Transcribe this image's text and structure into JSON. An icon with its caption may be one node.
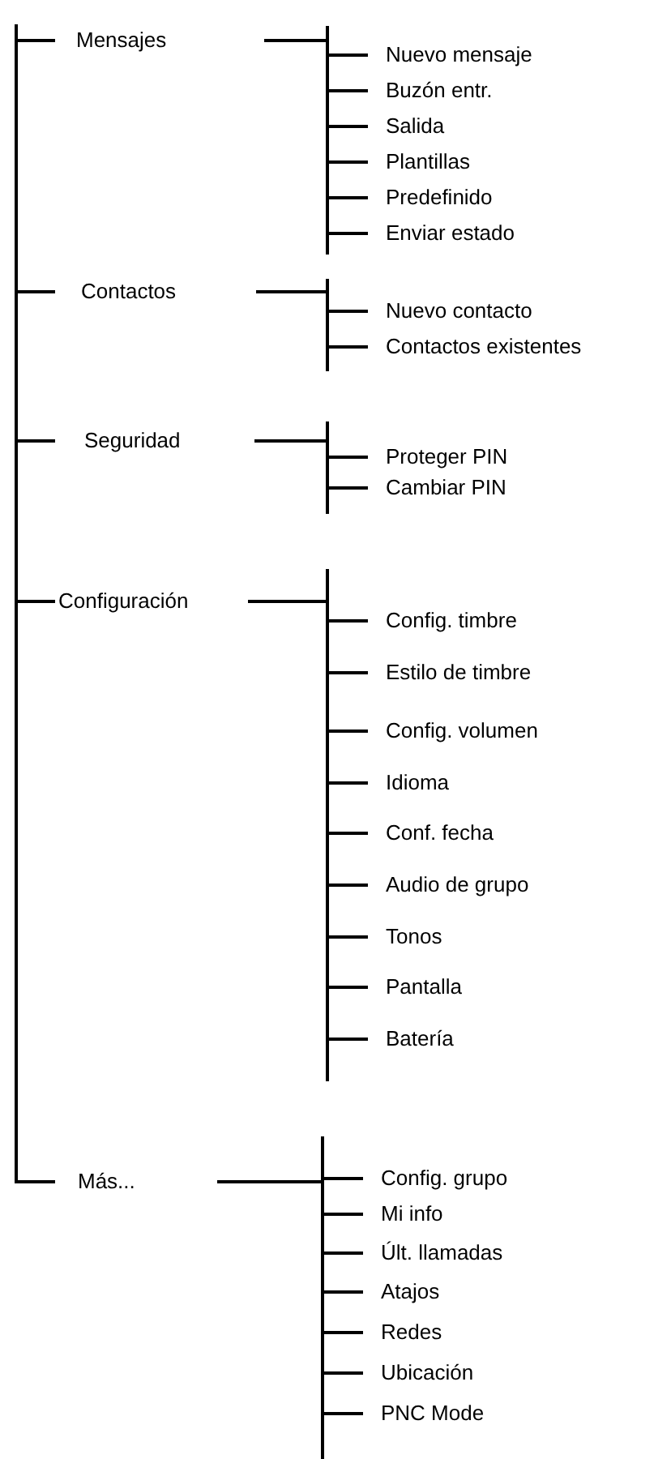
{
  "diagram": {
    "nodes": [
      {
        "text": [],
        "shape": "bar"
      },
      {
        "text": [
          "Mensajes"
        ]
      },
      {
        "text": [
          "Nuevo mensaje"
        ]
      },
      {
        "text": [
          "Buzón entr."
        ]
      },
      {
        "text": [
          "Salida"
        ]
      },
      {
        "text": [
          "Plantillas"
        ]
      },
      {
        "text": [
          "Predefinido"
        ]
      },
      {
        "text": [
          "Enviar estado"
        ]
      },
      {
        "text": [
          "Contactos"
        ]
      },
      {
        "text": [
          "Nuevo contacto"
        ]
      },
      {
        "text": [
          "Contactos existentes"
        ]
      },
      {
        "text": [
          "Seguridad"
        ]
      },
      {
        "text": [
          "Proteger PIN"
        ]
      },
      {
        "text": [
          "Cambiar PIN"
        ]
      },
      {
        "text": [
          "Configuración"
        ]
      },
      {
        "text": [
          "Config. timbre"
        ]
      },
      {
        "text": [
          "Estilo de timbre"
        ]
      },
      {
        "text": [
          "Config. volumen"
        ]
      },
      {
        "text": [
          "Idioma"
        ]
      },
      {
        "text": [
          "Conf. fecha"
        ]
      },
      {
        "text": [
          "Audio de grupo"
        ]
      },
      {
        "text": [
          "Tonos"
        ]
      },
      {
        "text": [
          "Pantalla"
        ]
      },
      {
        "text": [
          "Batería"
        ]
      },
      {
        "text": [
          "Más..."
        ]
      },
      {
        "text": [
          "Config. grupo"
        ]
      },
      {
        "text": [
          "Mi info"
        ]
      },
      {
        "text": [
          "Últ. llamadas"
        ]
      },
      {
        "text": [
          "Atajos"
        ]
      },
      {
        "text": [
          "Redes"
        ]
      },
      {
        "text": [
          "Ubicación"
        ]
      },
      {
        "text": [
          "PNC Mode"
        ]
      }
    ],
    "edges": [
      {
        "from": 0,
        "to": 1,
        "arrow": "none"
      },
      {
        "from": 0,
        "to": 8,
        "arrow": "none"
      },
      {
        "from": 0,
        "to": 11,
        "arrow": "none"
      },
      {
        "from": 0,
        "to": 14,
        "arrow": "none"
      },
      {
        "from": 0,
        "to": 24,
        "arrow": "none"
      },
      {
        "from": 1,
        "to": 2,
        "arrow": "none"
      },
      {
        "from": 1,
        "to": 3,
        "arrow": "none"
      },
      {
        "from": 1,
        "to": 4,
        "arrow": "none"
      },
      {
        "from": 1,
        "to": 5,
        "arrow": "none"
      },
      {
        "from": 1,
        "to": 6,
        "arrow": "none"
      },
      {
        "from": 1,
        "to": 7,
        "arrow": "none"
      },
      {
        "from": 8,
        "to": 9,
        "arrow": "none"
      },
      {
        "from": 8,
        "to": 10,
        "arrow": "none"
      },
      {
        "from": 11,
        "to": 12,
        "arrow": "none"
      },
      {
        "from": 11,
        "to": 13,
        "arrow": "none"
      },
      {
        "from": 14,
        "to": 15,
        "arrow": "none"
      },
      {
        "from": 14,
        "to": 16,
        "arrow": "none"
      },
      {
        "from": 14,
        "to": 17,
        "arrow": "none"
      },
      {
        "from": 14,
        "to": 18,
        "arrow": "none"
      },
      {
        "from": 14,
        "to": 19,
        "arrow": "none"
      },
      {
        "from": 14,
        "to": 20,
        "arrow": "none"
      },
      {
        "from": 14,
        "to": 21,
        "arrow": "none"
      },
      {
        "from": 14,
        "to": 22,
        "arrow": "none"
      },
      {
        "from": 14,
        "to": 23,
        "arrow": "none"
      },
      {
        "from": 24,
        "to": 25,
        "arrow": "none"
      },
      {
        "from": 24,
        "to": 26,
        "arrow": "none"
      },
      {
        "from": 24,
        "to": 27,
        "arrow": "none"
      },
      {
        "from": 24,
        "to": 28,
        "arrow": "none"
      },
      {
        "from": 24,
        "to": 29,
        "arrow": "none"
      },
      {
        "from": 24,
        "to": 30,
        "arrow": "none"
      },
      {
        "from": 24,
        "to": 31,
        "arrow": "none"
      }
    ]
  }
}
